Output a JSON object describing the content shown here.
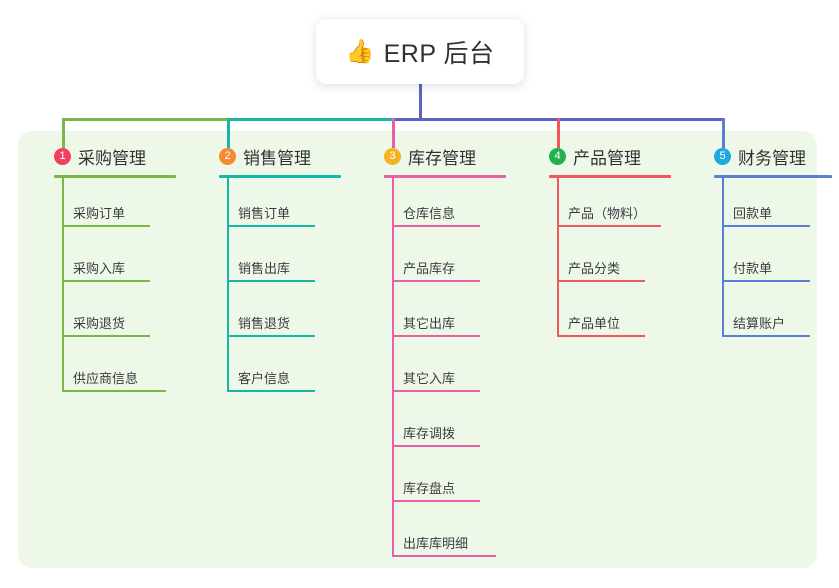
{
  "diagram": {
    "type": "mind-map",
    "root": {
      "label": "ERP 后台",
      "emoji": "👍",
      "icon_name": "thumbs-up-icon"
    },
    "panel_background": "#eef8e9",
    "root_stem_color": "#5b63c4",
    "columns": [
      {
        "number": "1",
        "title": "采购管理",
        "badge_color": "#ef4060",
        "line_color": "#7ab648",
        "bus_color": "#7ab648",
        "items": [
          "采购订单",
          "采购入库",
          "采购退货",
          "供应商信息"
        ]
      },
      {
        "number": "2",
        "title": "销售管理",
        "badge_color": "#f58a32",
        "line_color": "#19b5a5",
        "bus_color": "#19b5a5",
        "items": [
          "销售订单",
          "销售出库",
          "销售退货",
          "客户信息"
        ]
      },
      {
        "number": "3",
        "title": "库存管理",
        "badge_color": "#f5b324",
        "line_color": "#e861a8",
        "bus_color": "#5b63c4",
        "items": [
          "仓库信息",
          "产品库存",
          "其它出库",
          "其它入库",
          "库存调拨",
          "库存盘点",
          "出库库明细"
        ]
      },
      {
        "number": "4",
        "title": "产品管理",
        "badge_color": "#22b24c",
        "line_color": "#f0595c",
        "bus_color": "#5b63c4",
        "items": [
          "产品（物料）",
          "产品分类",
          "产品单位"
        ]
      },
      {
        "number": "5",
        "title": "财务管理",
        "badge_color": "#20a8e0",
        "line_color": "#5b7fd4",
        "bus_color": "#5b63c4",
        "items": [
          "回款单",
          "付款单",
          "结算账户"
        ]
      }
    ]
  }
}
